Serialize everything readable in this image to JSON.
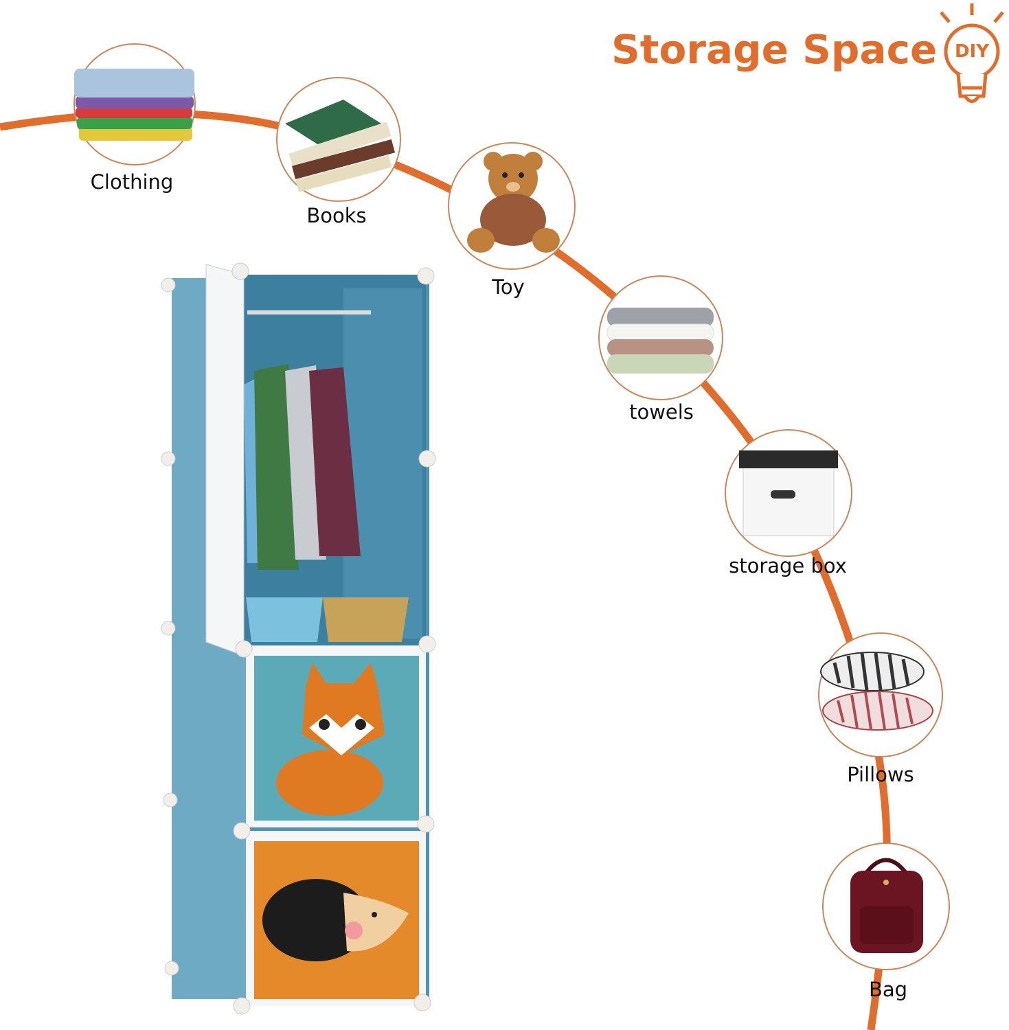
{
  "title": "Storage Space",
  "diy_badge": "DIY",
  "accent_color": "#e06d2c",
  "cabinet_color": "#4f93b0",
  "items": [
    {
      "label": "Clothing",
      "icon": "folded-clothes-icon"
    },
    {
      "label": "Books",
      "icon": "books-icon"
    },
    {
      "label": "Toy",
      "icon": "teddy-bear-icon"
    },
    {
      "label": "towels",
      "icon": "towels-icon"
    },
    {
      "label": "storage box",
      "icon": "storage-box-icon"
    },
    {
      "label": "Pillows",
      "icon": "pillows-icon"
    },
    {
      "label": "Bag",
      "icon": "backpack-icon"
    }
  ]
}
